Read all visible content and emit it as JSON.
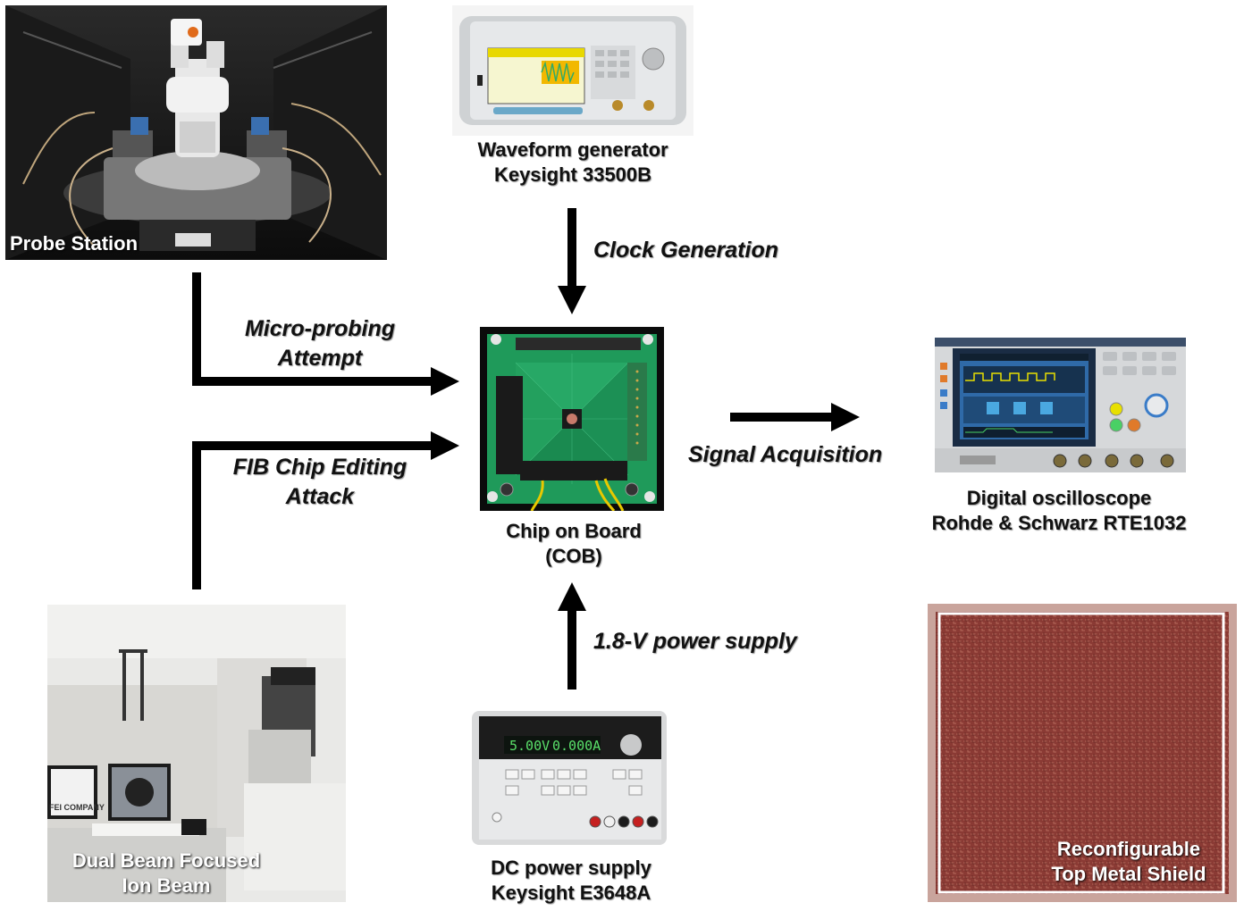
{
  "probe_station": {
    "overlay": "Probe Station"
  },
  "waveform_generator": {
    "line1": "Waveform generator",
    "line2": "Keysight 33500B"
  },
  "clock": {
    "label": "Clock Generation"
  },
  "microprobing": {
    "line1": "Micro-probing",
    "line2": "Attempt"
  },
  "fib_attack": {
    "line1": "FIB Chip Editing",
    "line2": "Attack"
  },
  "cob": {
    "line1": "Chip on Board",
    "line2": "(COB)"
  },
  "signal": {
    "label": "Signal Acquisition"
  },
  "oscilloscope": {
    "line1": "Digital oscilloscope",
    "line2": "Rohde & Schwarz RTE1032"
  },
  "power": {
    "label": "1.8-V power supply"
  },
  "dc_supply": {
    "line1": "DC power supply",
    "line2": "Keysight E3648A",
    "display_v": "5.00V",
    "display_a": "0.000A"
  },
  "fib": {
    "overlay1": "Dual Beam Focused",
    "overlay2": "Ion Beam",
    "monitor_text": "FEI COMPANY"
  },
  "shield": {
    "line1": "Reconfigurable",
    "line2": "Top Metal Shield"
  },
  "colors": {
    "arrow": "#000000",
    "pcb": "#1f9a5a",
    "shield": "#8a3a34"
  }
}
